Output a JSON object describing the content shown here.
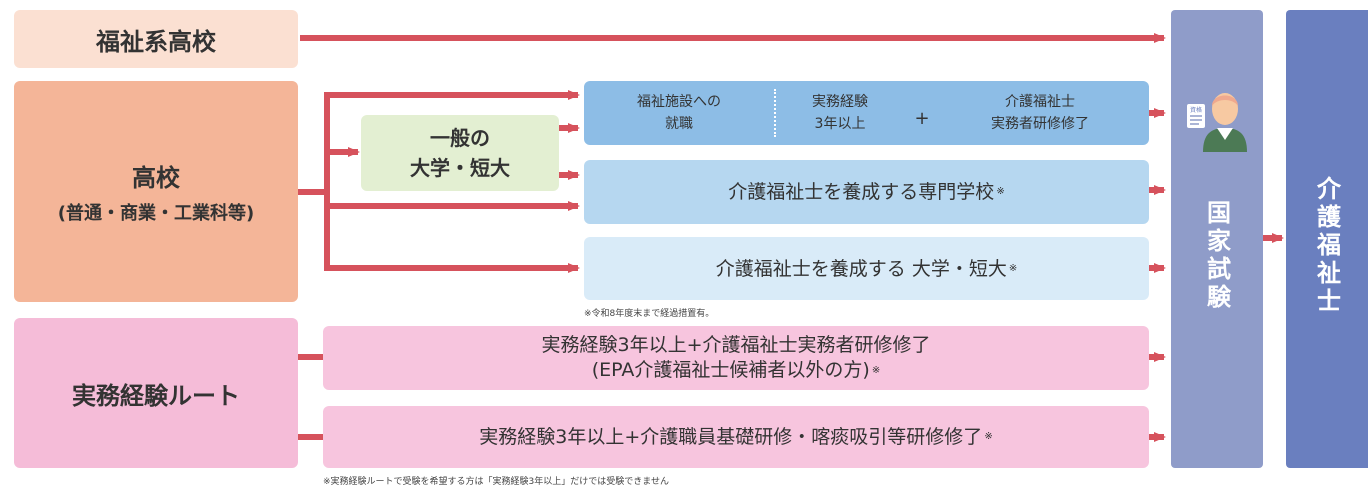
{
  "sources": {
    "welfare_hs": "福祉系高校",
    "hs_title": "高校",
    "hs_sub": "(普通・商業・工業科等)",
    "work_route": "実務経験ルート"
  },
  "general_univ": {
    "line1": "一般の",
    "line2": "大学・短大"
  },
  "employment_box": {
    "col1_line1": "福祉施設への",
    "col1_line2": "就職",
    "col2_line1": "実務経験",
    "col2_line2": "3年以上",
    "plus": "+",
    "col3_line1": "介護福祉士",
    "col3_line2": "実務者研修修了"
  },
  "vocational_school": {
    "label": "介護福祉士を養成する専門学校",
    "mark": "※"
  },
  "training_univ": {
    "label": "介護福祉士を養成する 大学・短大",
    "mark": "※"
  },
  "note_transition": "※令和8年度末まで経過措置有。",
  "work_option1": {
    "line1": "実務経験3年以上+介護福祉士実務者研修修了",
    "line2": "(EPA介護福祉士候補者以外の方)",
    "mark": "※"
  },
  "work_option2": {
    "label": "実務経験3年以上+介護職員基礎研修・喀痰吸引等研修修了",
    "mark": "※"
  },
  "note_work_route": "※実務経験ルートで受験を希望する方は「実務経験3年以上」だけでは受験できません",
  "exam": {
    "label": "国家試験",
    "certificate_text": "資格"
  },
  "result": {
    "label": "介護福祉士"
  },
  "colors": {
    "arrow": "#d6525c",
    "welfare_hs_bg": "#fbe0d2",
    "hs_bg": "#f4b598",
    "work_bg": "#f5bcd8",
    "work_option_bg": "#f7c5de",
    "general_bg": "#e3efd2",
    "employment_bg": "#8dbde6",
    "vocational_bg": "#b6d7f0",
    "training_bg": "#d9ebf8",
    "exam_bg": "#8f9cc9",
    "result_bg": "#6a7fbf"
  }
}
